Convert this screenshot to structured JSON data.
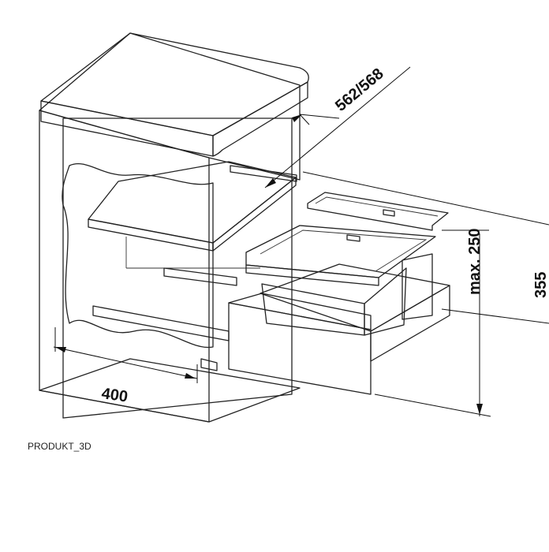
{
  "dimensions": {
    "depth": "562/568",
    "width": "400",
    "max_height": "max. 250",
    "height": "355"
  },
  "caption": "PRODUKT_3D",
  "colors": {
    "panel_light": "#ececec",
    "panel_mid": "#dedede",
    "panel_dark": "#c8c8c8",
    "bin_side": "#b9b9b9",
    "line": "#222222"
  }
}
